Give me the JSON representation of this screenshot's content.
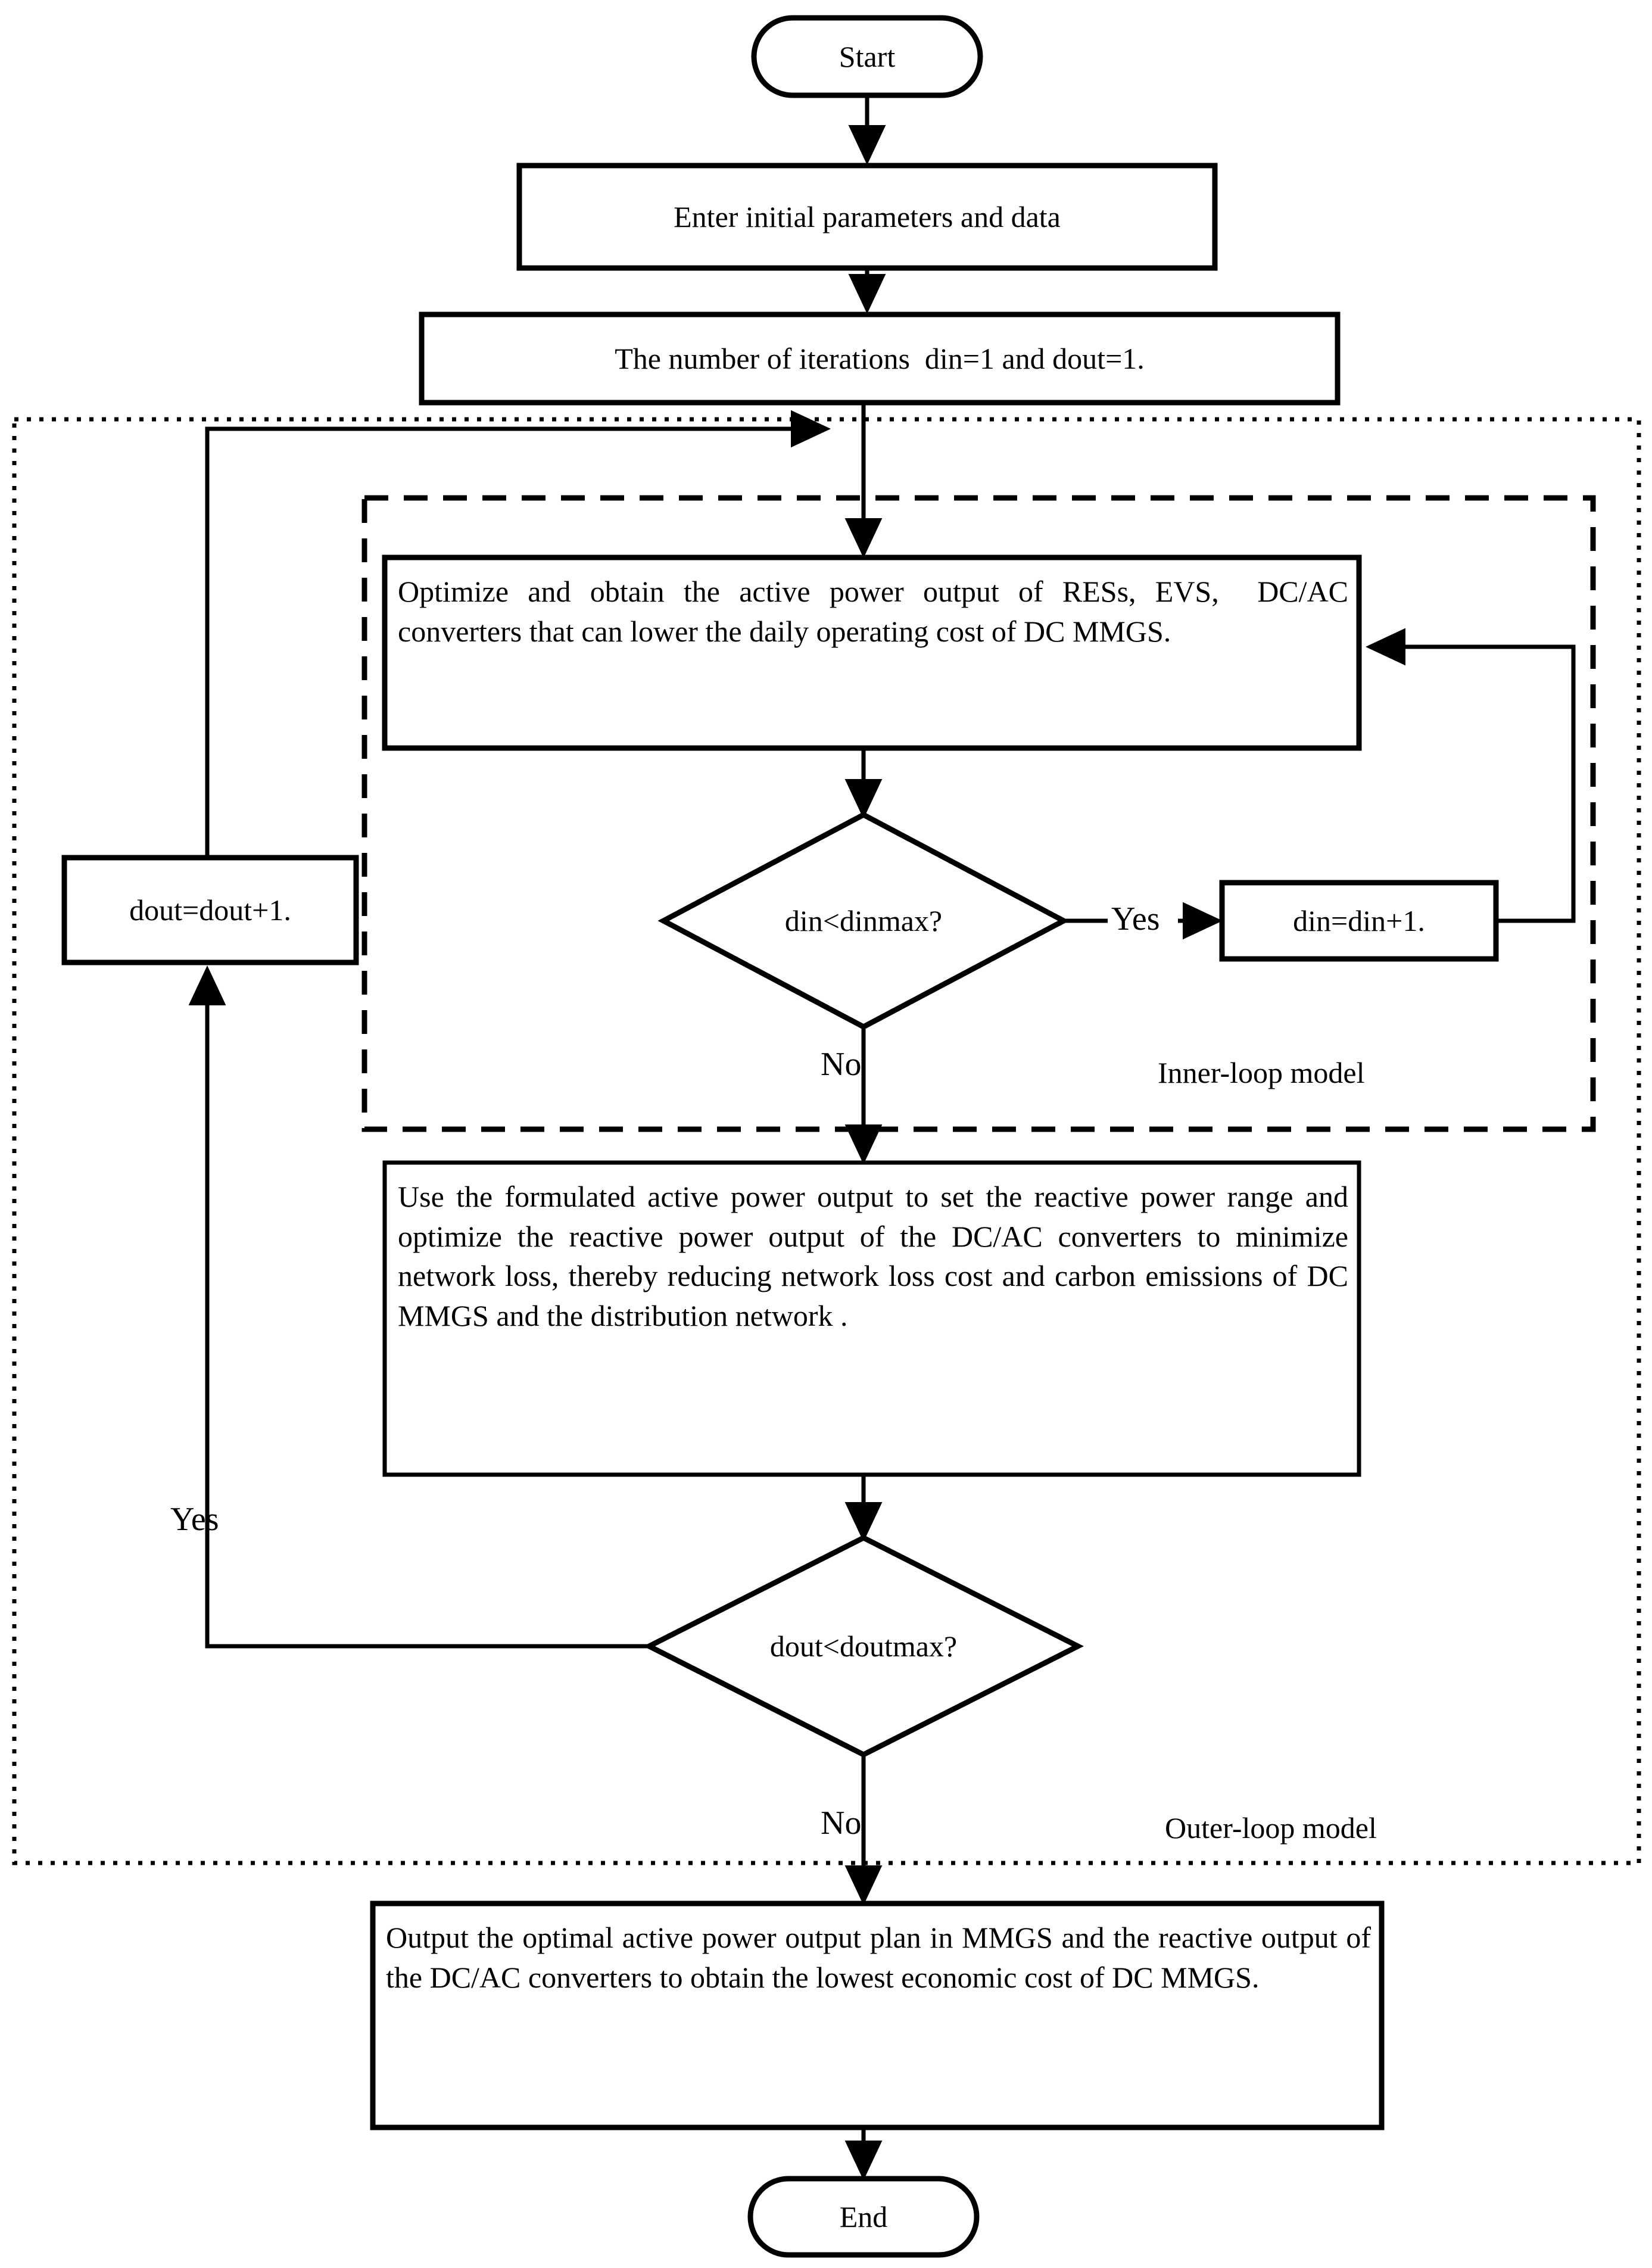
{
  "diagram": {
    "title_nodes": {
      "start": "Start",
      "end": "End"
    },
    "nodes": {
      "enter_params": "Enter initial parameters and data",
      "iterations": "The number of iterations  din=1 and dout=1.",
      "optimize_active": "Optimize and obtain the active power output of RESs, EVS,  DC/AC converters that can lower the daily operating cost of DC MMGS.",
      "din_decision": "din<dinmax?",
      "din_increment": "din=din+1.",
      "reactive_power": "Use the formulated active power output to set the reactive power range and optimize the reactive power output of the DC/AC converters to minimize network loss, thereby reducing network loss cost and carbon emissions of DC MMGS and the distribution network .",
      "dout_decision": "dout<doutmax?",
      "dout_increment": "dout=dout+1.",
      "output_plan": "Output the optimal active power output plan in MMGS and the reactive output of the DC/AC converters to obtain the lowest economic cost of DC MMGS."
    },
    "edge_labels": {
      "din_yes": "Yes",
      "din_no": "No",
      "dout_yes": "Yes",
      "dout_no": "No"
    },
    "group_labels": {
      "inner_loop": "Inner-loop model",
      "outer_loop": "Outer-loop model"
    },
    "colors": {
      "stroke": "#000000",
      "fill": "#ffffff",
      "text": "#000000"
    }
  }
}
